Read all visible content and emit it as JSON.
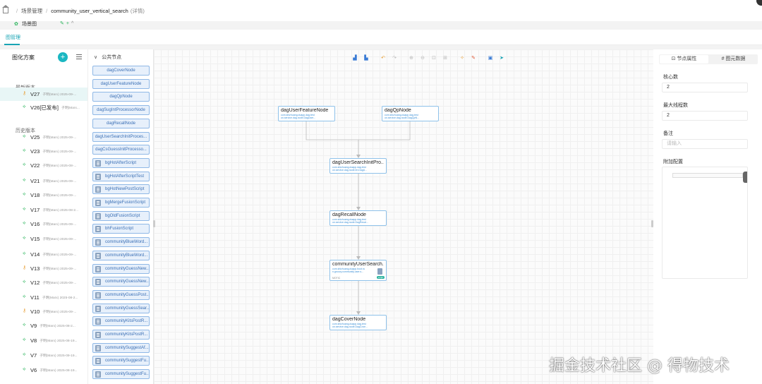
{
  "breadcrumb": {
    "parent": "场景管理",
    "current": "community_user_vertical_search",
    "suffix": "(详情)"
  },
  "tabs": {
    "graph": "图管理"
  },
  "left": {
    "title": "图化方案",
    "scene": "场景图",
    "latest_label": "最新版本",
    "history_label": "历史版本",
    "versions": [
      {
        "name": "V27",
        "meta": "子明(Marx) 2025-09-...",
        "icon": "key",
        "active": true
      },
      {
        "name": "V26[已发布]",
        "meta": "子明(Marx...",
        "icon": "branch"
      },
      {
        "name": "V25",
        "meta": "子明(Marx) 2025-09-...",
        "icon": "branch"
      },
      {
        "name": "V23",
        "meta": "子明(Marx) 2025-09-...",
        "icon": "branch"
      },
      {
        "name": "V22",
        "meta": "子明(Marx) 2025-08-...",
        "icon": "branch"
      },
      {
        "name": "V21",
        "meta": "子明(Marx) 2025-09-...",
        "icon": "branch"
      },
      {
        "name": "V18",
        "meta": "子明(Marx) 2025-09-...",
        "icon": "branch"
      },
      {
        "name": "V17",
        "meta": "子明(Marx) 2025-08-2...",
        "icon": "branch"
      },
      {
        "name": "V16",
        "meta": "子明(Marx) 2025-09-...",
        "icon": "branch"
      },
      {
        "name": "V15",
        "meta": "子明(Marx) 2025-09-...",
        "icon": "branch"
      },
      {
        "name": "V14",
        "meta": "子明(Marx) 2025-09-...",
        "icon": "branch"
      },
      {
        "name": "V13",
        "meta": "子明(Marx) 2025-09-...",
        "icon": "key"
      },
      {
        "name": "V12",
        "meta": "子明(Marx) 2025-09-...",
        "icon": "branch"
      },
      {
        "name": "V11",
        "meta": "子明(Marx) 2025-08-2...",
        "icon": "branch"
      },
      {
        "name": "V10",
        "meta": "子明(Marx) 2025-09-...",
        "icon": "key"
      },
      {
        "name": "V9",
        "meta": "子明(Marx) 2025-08-2...",
        "icon": "branch"
      },
      {
        "name": "V8",
        "meta": "子明(Marx) 2025-08-19...",
        "icon": "branch"
      },
      {
        "name": "V7",
        "meta": "子明(Marx) 2025-09-19...",
        "icon": "branch"
      },
      {
        "name": "V6",
        "meta": "子明(Marx) 2025-08-19...",
        "icon": "branch"
      }
    ]
  },
  "palette": {
    "title": "公共节点",
    "nodes": [
      {
        "label": "dagCoverNode",
        "script": false
      },
      {
        "label": "dagUserFeatureNode",
        "script": false
      },
      {
        "label": "dagQpNode",
        "script": false
      },
      {
        "label": "dagSugIntProcessorNode",
        "script": false
      },
      {
        "label": "dagRecallNode",
        "script": false
      },
      {
        "label": "dagUserSearchInitProces...",
        "script": false
      },
      {
        "label": "dagCsGuessInitProcesso...",
        "script": false
      },
      {
        "label": "bgHotAfterScript",
        "script": true
      },
      {
        "label": "bgHotAfterScriptTest",
        "script": true
      },
      {
        "label": "bgHotNewPostScript",
        "script": true
      },
      {
        "label": "bgMergeFusionScript",
        "script": true
      },
      {
        "label": "bgOldFusionScript",
        "script": true
      },
      {
        "label": "bhFusionScript",
        "script": true
      },
      {
        "label": "communityBlueWord...",
        "script": true
      },
      {
        "label": "communityBlueWord...",
        "script": true
      },
      {
        "label": "communityGuessNew...",
        "script": true
      },
      {
        "label": "communityGuessNew...",
        "script": true
      },
      {
        "label": "communityGuessPost...",
        "script": true
      },
      {
        "label": "communityGuessSear...",
        "script": true
      },
      {
        "label": "communityKitsPostR...",
        "script": true
      },
      {
        "label": "communityKitsPostR...",
        "script": true
      },
      {
        "label": "communitySuggestAf...",
        "script": true
      },
      {
        "label": "communitySuggestFu...",
        "script": true
      },
      {
        "label": "communitySuggestFu...",
        "script": true
      }
    ]
  },
  "canvas_nodes": [
    {
      "id": "n1",
      "title": "dagUserFeatureNode",
      "sub1": "com.shizhuang.duapp.dag.test",
      "sub2": "on.service.dag.node.DagUser..."
    },
    {
      "id": "n2",
      "title": "dagQpNode",
      "sub1": "com.shizhuang.duapp.dag.test",
      "sub2": "on.service.dag.node.DagQpN..."
    },
    {
      "id": "n3",
      "title": "dagUserSearchInitPro...",
      "sub1": "com.shizhuang.duapp.dag.test",
      "sub2": "on.service.dag.node.bh.DagU..."
    },
    {
      "id": "n4",
      "title": "dagRecallNode",
      "sub1": "com.shizhuang.duapp.dag.test",
      "sub2": "on.service.dag.node.DagRecal..."
    },
    {
      "id": "n5",
      "title": "communityUserSearch...",
      "sub1": "com.shizhuang.duapp.boot.ru",
      "sub2": "n.groovy.community.user.s...",
      "type": "MOTIC",
      "badge": "script"
    },
    {
      "id": "n6",
      "title": "dagCoverNode",
      "sub1": "com.shizhuang.duapp.dag.test",
      "sub2": "on.service.dag.node.DagCove..."
    }
  ],
  "right": {
    "tab_node": "节点属性",
    "tab_graph": "图元数据",
    "core_label": "核心数",
    "core_value": "2",
    "threads_label": "最大线程数",
    "threads_value": "2",
    "remark_label": "备注",
    "remark_placeholder": "请输入",
    "extra_label": "附加配置"
  },
  "watermark": "掘金技术社区 @ 得物技术",
  "colors": {
    "accent": "#1aa5b5",
    "node_border": "#8fc2ea",
    "palette_fill": "#e7f0fb"
  }
}
